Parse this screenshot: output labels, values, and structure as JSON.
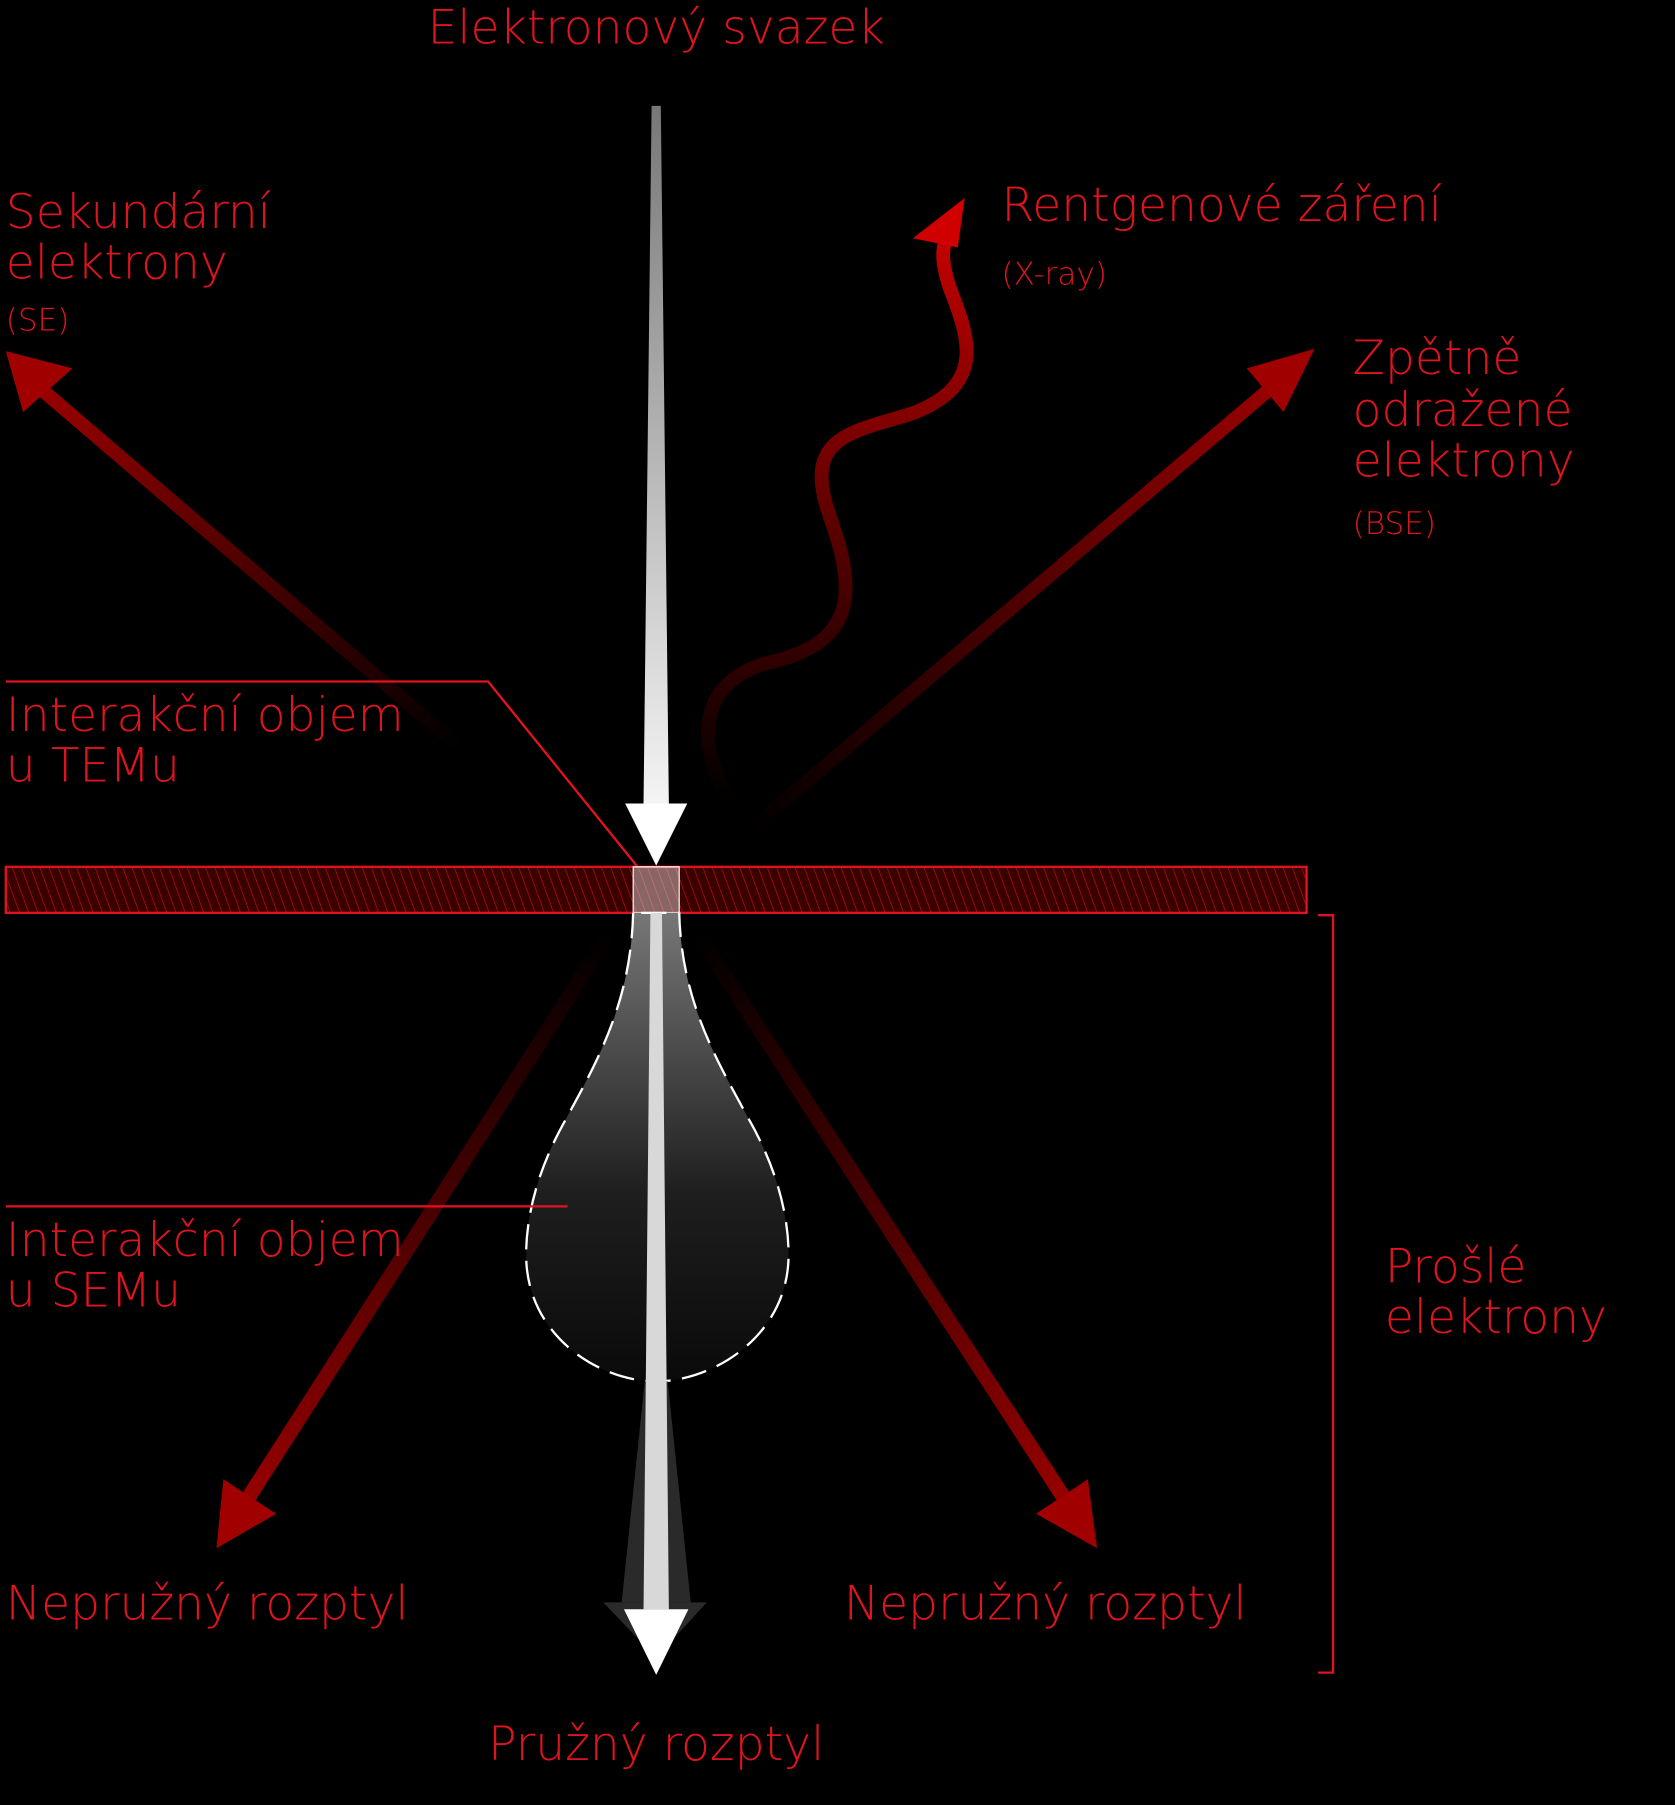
{
  "title": "Elektronový svazek",
  "labels": {
    "se": [
      "Sekundární",
      "elektrony",
      "(SE)"
    ],
    "xray": [
      "Rentgenové záření",
      "(X-ray)"
    ],
    "bse": [
      "Zpětně",
      "odražené",
      "elektrony",
      "(BSE)"
    ],
    "tem_volume": [
      "Interakční objem",
      "u TEMu"
    ],
    "sem_volume": [
      "Interakční objem",
      "u SEMu"
    ],
    "transmitted": [
      "Prošlé",
      "elektrony"
    ],
    "inelastic_left": "Nepružný rozptyl",
    "inelastic_right": "Nepružný rozptyl",
    "elastic": "Pružný rozptyl"
  },
  "colors": {
    "accent": "#e0141e",
    "arrow_red": "#a00000",
    "background": "#000000"
  }
}
